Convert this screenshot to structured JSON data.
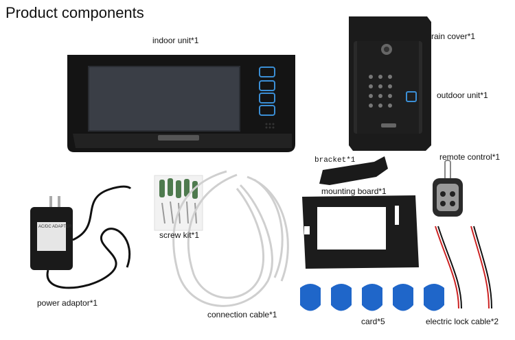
{
  "title": "Product components",
  "labels": {
    "indoor_unit": "indoor unit*1",
    "rain_cover": "rain cover*1",
    "outdoor_unit": "outdoor unit*1",
    "remote_control": "remote control*1",
    "bracket": "bracket*1",
    "mounting_board": "mounting board*1",
    "screw_kit": "screw kit*1",
    "power_adaptor": "power adaptor*1",
    "connection_cable": "connection cable*1",
    "card": "card*5",
    "electric_lock_cable": "electric lock cable*2"
  },
  "adapter_text": "AC/DC ADAPTER"
}
